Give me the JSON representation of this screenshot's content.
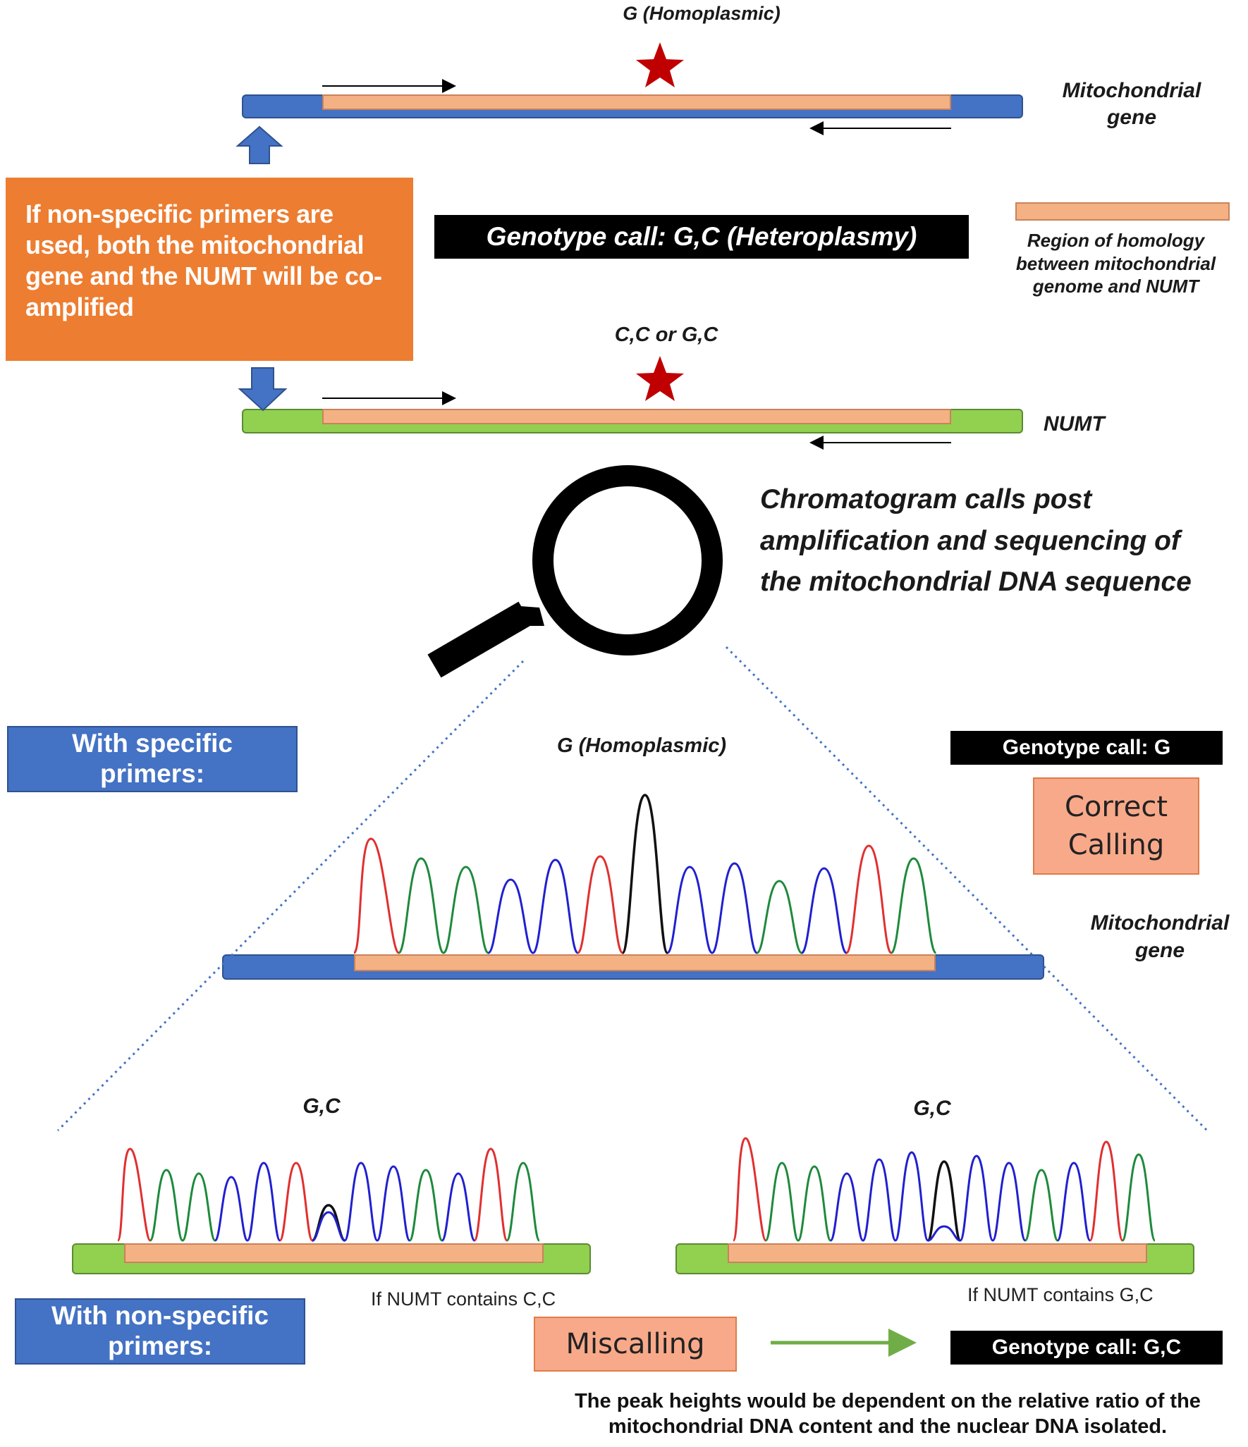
{
  "top": {
    "mito_allele_label": "G (Homoplasmic)",
    "mito_gene_label": "Mitochondrial\ngene",
    "genotype_call": "Genotype call: G,C (Heteroplasmy)",
    "legend_label": "Region of homology\nbetween mitochondrial\ngenome and NUMT",
    "numt_allele_label": "C,C or G,C",
    "numt_label": "NUMT",
    "orange_box_text": "If non-specific primers are used, both the mitochondrial gene and the NUMT will be co-amplified"
  },
  "magnifier": {
    "caption": "Chromatogram calls post amplification and sequencing of the mitochondrial DNA sequence"
  },
  "specific": {
    "heading": "With specific primers:",
    "allele_label": "G (Homoplasmic)",
    "genotype_call": "Genotype call: G",
    "result": "Correct Calling",
    "gene_label": "Mitochondrial\ngene"
  },
  "nonspecific": {
    "heading": "With non-specific primers:",
    "left_allele_label": "G,C",
    "left_caption": "If NUMT contains C,C",
    "right_allele_label": "G,C",
    "right_caption": "If NUMT contains G,C",
    "result": "Miscalling",
    "genotype_call": "Genotype call: G,C",
    "footnote": "The peak heights would be dependent on the relative ratio of the mitochondrial DNA content and the nuclear DNA isolated."
  },
  "colors": {
    "mito_bar": "#4472c4",
    "numt_bar": "#92d050",
    "homology": "#f4b183",
    "orange_box": "#ed7d31",
    "star": "#c00000",
    "peak_red": "#e03030",
    "peak_green": "#1e8a3c",
    "peak_blue": "#2020d0",
    "peak_black": "#111111",
    "arrow_green": "#70ad47"
  },
  "chromatograms": {
    "specific_peaks": [
      "red",
      "green",
      "green",
      "blue",
      "blue",
      "red",
      "black",
      "blue",
      "blue",
      "green",
      "blue",
      "red",
      "green"
    ],
    "left_peaks": [
      "red",
      "green",
      "green",
      "blue",
      "blue",
      "red",
      "black+blue",
      "blue",
      "blue",
      "green",
      "blue",
      "red",
      "green"
    ],
    "right_peaks": [
      "red",
      "green",
      "green",
      "blue",
      "blue",
      "blue",
      "black+blue",
      "blue",
      "blue",
      "green",
      "blue",
      "red",
      "green"
    ]
  }
}
